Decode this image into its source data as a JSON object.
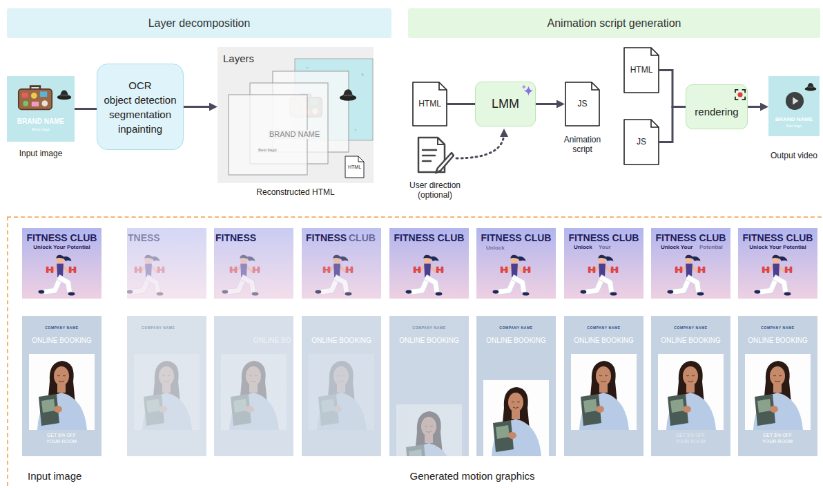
{
  "diagram": {
    "nodes": [
      {
        "text": [
          "Layer decomposition"
        ]
      },
      {
        "text": [
          "Animation script generation"
        ]
      },
      {
        "text": [
          "BRAND NAME",
          "Best bags",
          "Input image"
        ]
      },
      {
        "text": [
          "OCR",
          "object detection",
          "segmentation",
          "inpainting"
        ]
      },
      {
        "text": [
          "Layers",
          "BRAND NAME",
          "Best bags",
          "Reconstructed HTML"
        ]
      },
      {
        "text": [
          "HTML"
        ],
        "in": 4
      },
      {
        "text": [
          "HTML"
        ]
      },
      {
        "text": [
          "LMM"
        ]
      },
      {
        "text": [
          "User direction (optional)"
        ]
      },
      {
        "text": [
          "JS",
          "Animation script"
        ]
      },
      {
        "text": [
          "HTML"
        ]
      },
      {
        "text": [
          "JS"
        ]
      },
      {
        "text": [
          "rendering"
        ]
      },
      {
        "text": [
          "BRAND NAME",
          "Best bags",
          "Output video"
        ]
      },
      {
        "text": [
          "Input image",
          "Generated motion graphics"
        ]
      },
      {
        "text": [
          "FITNESS CLUB",
          "Unlock Your Potential"
        ],
        "in": 14
      },
      {
        "text": [
          "TNESS"
        ],
        "in": 14
      },
      {
        "text": [
          "FITNESS"
        ],
        "in": 14
      },
      {
        "text": [
          "FITNESS",
          "CLUB"
        ],
        "in": 14
      },
      {
        "text": [
          "FITNESS CLUB"
        ],
        "in": 14
      },
      {
        "text": [
          "FITNESS CLUB",
          "Unlock"
        ],
        "in": 14
      },
      {
        "text": [
          "FITNESS CLUB",
          "Unlock",
          "Your"
        ],
        "in": 14
      },
      {
        "text": [
          "FITNESS CLUB",
          "Unlock Your",
          "Potential"
        ],
        "in": 14
      },
      {
        "text": [
          "FITNESS CLUB",
          "Unlock Your Potential"
        ],
        "in": 14
      },
      {
        "text": [
          "COMPANY NAME",
          "ONLINE BOOKING",
          "GET 5% OFF YOUR ROOM"
        ],
        "in": 14
      },
      {
        "text": [
          "COMPANY NAME"
        ],
        "in": 14
      },
      {
        "text": [
          "ONLINE BO"
        ],
        "in": 14
      },
      {
        "text": [
          "ONLINE BOOKING"
        ],
        "in": 14
      },
      {
        "text": [
          "COMPANY NAME",
          "ONLINE BOOKING"
        ],
        "in": 14
      },
      {
        "text": [
          "COMPANY NAME",
          "ONLINE BOOKING"
        ],
        "in": 14
      },
      {
        "text": [
          "COMPANY NAME",
          "ONLINE BOOKING"
        ],
        "in": 14
      },
      {
        "text": [
          "COMPANY NAME",
          "ONLINE BOOKING",
          "GET 5% OFF YOUR ROOM"
        ],
        "in": 14
      },
      {
        "text": [
          "COMPANY NAME",
          "ONLINE BOOKING",
          "GET 5% OFF YOUR ROOM"
        ],
        "in": 14
      }
    ],
    "edges": [
      {
        "from": 2,
        "to": 3,
        "arrow": "none"
      },
      {
        "from": 3,
        "to": 4,
        "arrow": "to"
      },
      {
        "from": 6,
        "to": 7,
        "arrow": "none"
      },
      {
        "from": 8,
        "to": 7,
        "arrow": "to"
      },
      {
        "from": 7,
        "to": 9,
        "arrow": "to"
      },
      {
        "from": 10,
        "to": 12,
        "arrow": "none"
      },
      {
        "from": 11,
        "to": 12,
        "arrow": "none"
      },
      {
        "from": 12,
        "to": 13,
        "arrow": "to"
      }
    ]
  }
}
